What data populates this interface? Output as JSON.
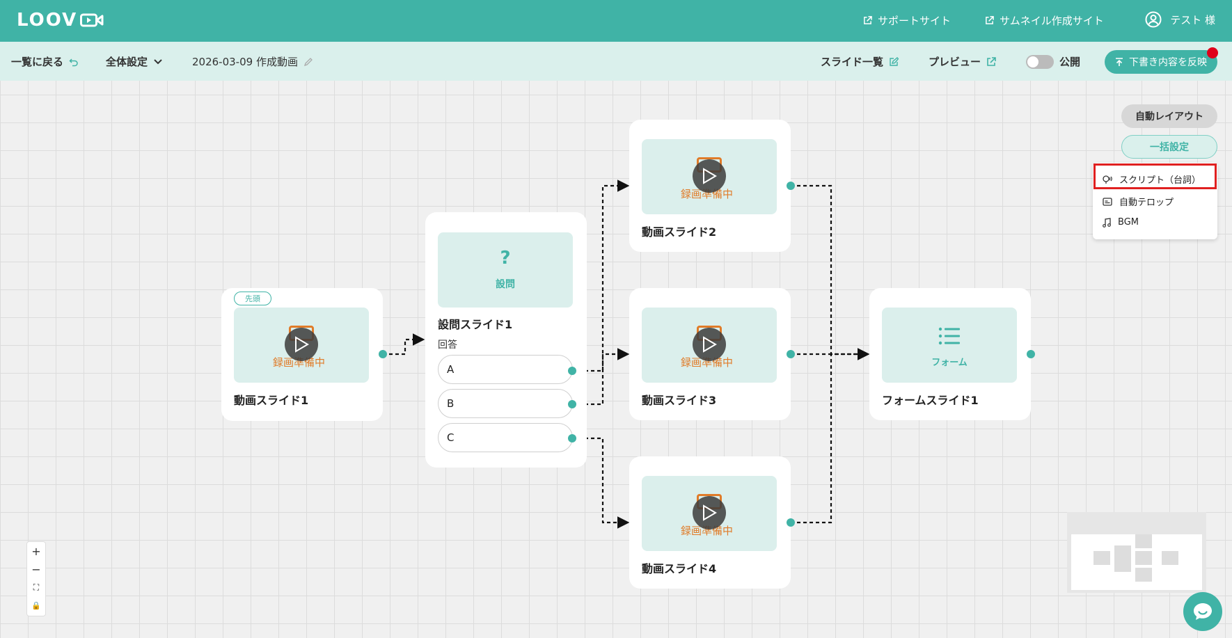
{
  "header": {
    "logo": "LOOV",
    "support_link": "サポートサイト",
    "thumbnail_link": "サムネイル作成サイト",
    "user_name": "テスト 様"
  },
  "toolbar": {
    "back_label": "一覧に戻る",
    "global_settings": "全体設定",
    "video_title": "2026-03-09 作成動画",
    "slide_list": "スライド一覧",
    "preview": "プレビュー",
    "publish_label": "公開",
    "reflect_draft": "下書き内容を反映"
  },
  "nodes": {
    "slide1": {
      "badge": "先頭",
      "status": "録画準備中",
      "title": "動画スライド1"
    },
    "question": {
      "icon": "?",
      "label": "設問",
      "title": "設問スライド1",
      "answers_label": "回答",
      "answers": [
        "A",
        "B",
        "C"
      ]
    },
    "slide2": {
      "status": "録画準備中",
      "title": "動画スライド2"
    },
    "slide3": {
      "status": "録画準備中",
      "title": "動画スライド3"
    },
    "slide4": {
      "status": "録画準備中",
      "title": "動画スライド4"
    },
    "form": {
      "label": "フォーム",
      "title": "フォームスライド1"
    }
  },
  "panel": {
    "auto_layout": "自動レイアウト",
    "bulk_settings": "一括設定",
    "menu": [
      "スクリプト（台詞）",
      "自動テロップ",
      "BGM"
    ]
  },
  "zoom_controls": [
    "+",
    "−",
    "⛶",
    "🔒"
  ],
  "colors": {
    "accent": "#40b3a6",
    "recording": "#e07b28",
    "highlight": "#e02020"
  }
}
